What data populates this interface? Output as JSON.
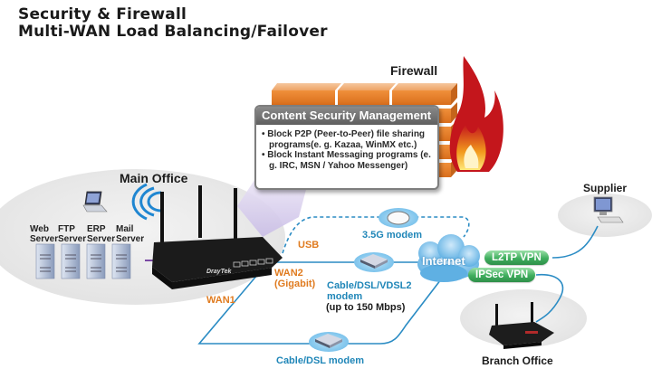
{
  "title": {
    "line1": "Security & Firewall",
    "line2": "Multi-WAN Load Balancing/Failover"
  },
  "firewall": {
    "label": "Firewall"
  },
  "content_security": {
    "heading": "Content Security Management",
    "items": [
      "• Block P2P (Peer-to-Peer) file sharing programs(e. g. Kazaa, WinMX etc.)",
      "• Block Instant Messaging programs (e. g. IRC, MSN / Yahoo Messenger)"
    ]
  },
  "main_office": {
    "label": "Main Office",
    "servers": [
      {
        "line1": "Web",
        "line2": "Server"
      },
      {
        "line1": "FTP",
        "line2": "Server"
      },
      {
        "line1": "ERP",
        "line2": "Server"
      },
      {
        "line1": "Mail",
        "line2": "Server"
      }
    ],
    "router_brand": "DrayTek"
  },
  "links": {
    "usb": "USB",
    "wan2_line1": "WAN2",
    "wan2_line2": "(Gigabit)",
    "wan1": "WAN1",
    "modem_3g": "3.5G modem",
    "vdsl_line1": "Cable/DSL/VDSL2",
    "vdsl_line2": "modem",
    "vdsl_speed": "(up to 150 Mbps)",
    "cable_dsl": "Cable/DSL modem"
  },
  "internet": {
    "label": "Internet"
  },
  "vpn": {
    "l2tp": "L2TP VPN",
    "ipsec": "IPSec VPN"
  },
  "supplier": {
    "label": "Supplier"
  },
  "branch_office": {
    "label": "Branch Office"
  },
  "colors": {
    "orange_label": "#e07b1f",
    "blue_label": "#1f86b8",
    "brick": "#e8822a",
    "vpn_green": "#3fae5e",
    "line_blue": "#2b8cc4"
  }
}
